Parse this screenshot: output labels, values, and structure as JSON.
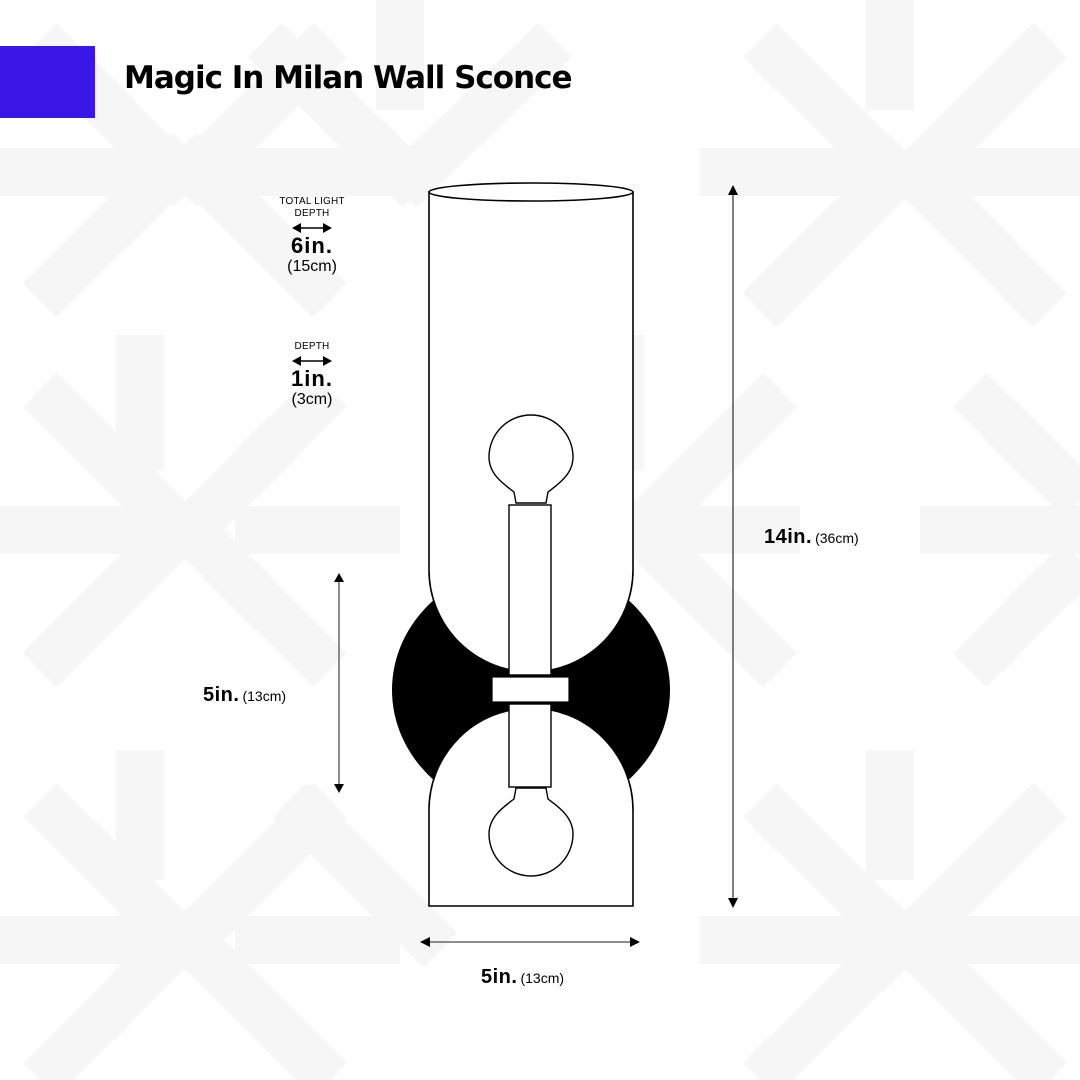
{
  "title": "Magic In Milan Wall Sconce",
  "colors": {
    "brand_accent": "#3a17e6",
    "watermark": "#f6f6f6",
    "line": "#000000",
    "dimension_line": "#666666"
  },
  "depth_specs": [
    {
      "label_line1": "TOTAL LIGHT",
      "label_line2": "DEPTH",
      "value": "6in.",
      "metric": "(15cm)"
    },
    {
      "label_line1": "",
      "label_line2": "DEPTH",
      "value": "1in.",
      "metric": "(3cm)"
    }
  ],
  "dimensions": {
    "height": {
      "value": "14in.",
      "metric": "(36cm)"
    },
    "backplate_height": {
      "value": "5in.",
      "metric": "(13cm)"
    },
    "width": {
      "value": "5in.",
      "metric": "(13cm)"
    }
  },
  "icons": {
    "double_arrow": "horizontal-double-arrow-icon"
  }
}
